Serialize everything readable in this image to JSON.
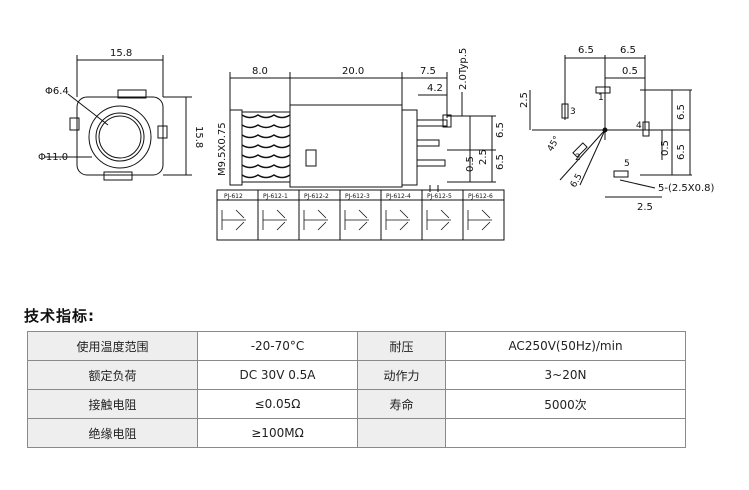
{
  "drawing": {
    "front": {
      "width": "15.8",
      "height": "15.8",
      "inner_dia": "Φ6.4",
      "outer_dia": "Φ11.0"
    },
    "side": {
      "dims_top": [
        "8.0",
        "20.0",
        "7.5"
      ],
      "dim_42": "4.2",
      "dim_typ": "2.0Typ.5",
      "thread": "M9.5X0.75",
      "right_dims": [
        "6.5",
        "2.5",
        "6.5"
      ],
      "left_small": "0.5"
    },
    "variants": [
      "PJ-612",
      "PJ-612-1",
      "PJ-612-2",
      "PJ-612-3",
      "PJ-612-4",
      "PJ-612-5",
      "PJ-612-6"
    ],
    "footprint": {
      "top": [
        "6.5",
        "6.5"
      ],
      "small": "0.5",
      "left": "2.5",
      "right": [
        "6.5",
        "6.5"
      ],
      "mid": "0.5",
      "diag": [
        "45°",
        "6.5"
      ],
      "bottom": "2.5",
      "pin_label": "5-(2.5X0.8)",
      "pins": [
        "3",
        "4",
        "5",
        "2",
        "1"
      ]
    }
  },
  "heading": "技术指标:",
  "specs": [
    {
      "k1": "使用温度范围",
      "v1": "-20-70°C",
      "k2": "耐压",
      "v2": "AC250V(50Hz)/min"
    },
    {
      "k1": "额定负荷",
      "v1": "DC 30V 0.5A",
      "k2": "动作力",
      "v2": "3~20N"
    },
    {
      "k1": "接触电阻",
      "v1": "≤0.05Ω",
      "k2": "寿命",
      "v2": "5000次"
    },
    {
      "k1": "绝缘电阻",
      "v1": "≥100MΩ",
      "k2": "",
      "v2": ""
    }
  ]
}
